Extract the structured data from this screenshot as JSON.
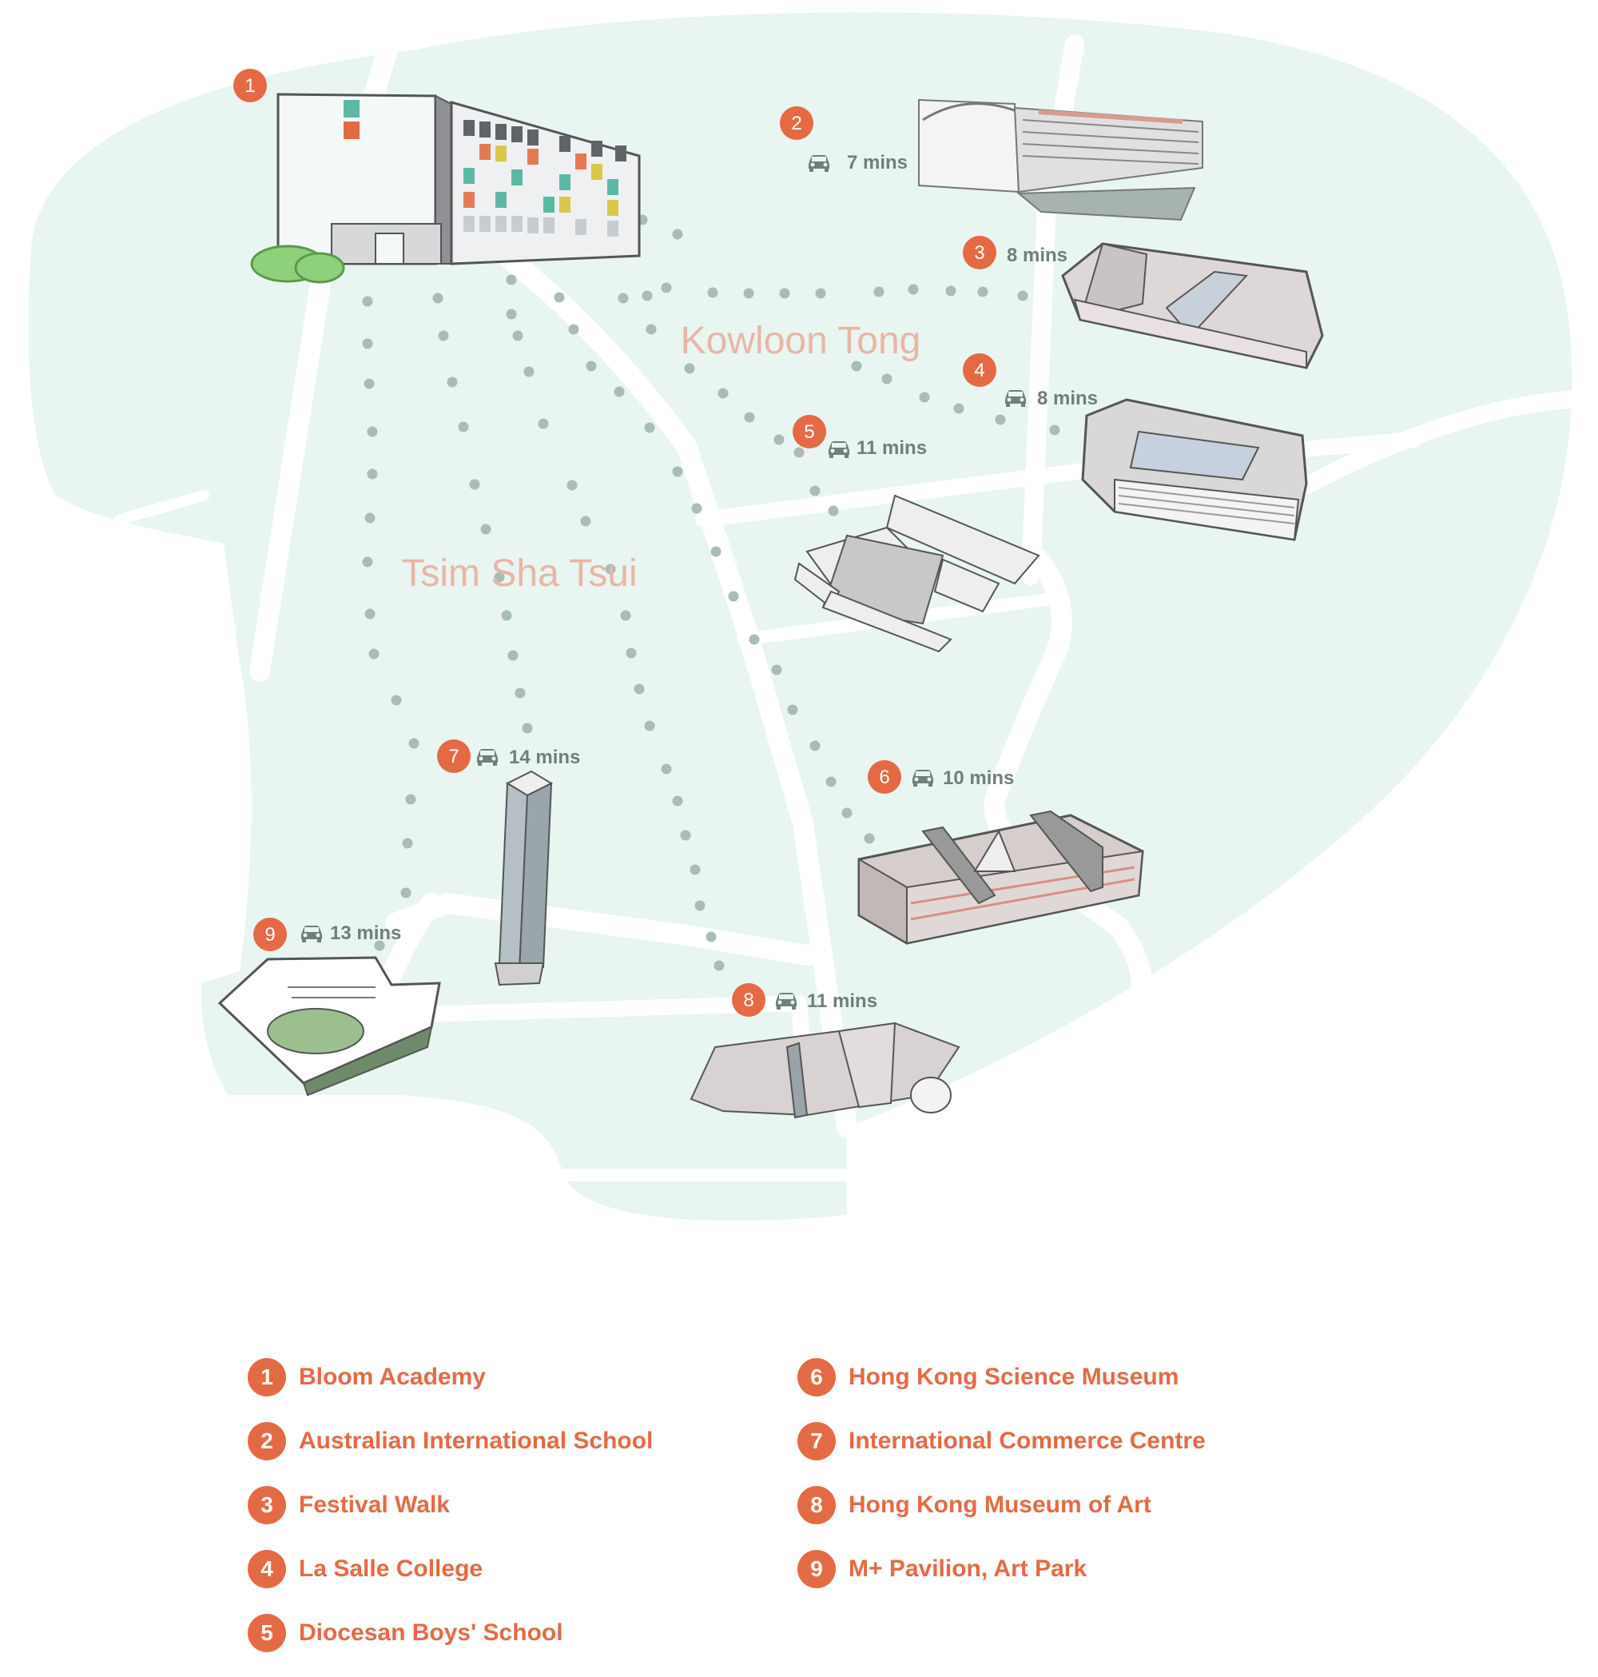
{
  "map": {
    "districts": [
      "Kowloon Tong",
      "Tsim Sha Tsui"
    ],
    "markers": [
      {
        "number": "1",
        "time": ""
      },
      {
        "number": "2",
        "time": "7 mins"
      },
      {
        "number": "3",
        "time": "8 mins"
      },
      {
        "number": "4",
        "time": "8 mins"
      },
      {
        "number": "5",
        "time": "11 mins"
      },
      {
        "number": "6",
        "time": "10 mins"
      },
      {
        "number": "7",
        "time": "14 mins"
      },
      {
        "number": "8",
        "time": "11 mins"
      },
      {
        "number": "9",
        "time": "13 mins"
      }
    ]
  },
  "legend": [
    {
      "number": "1",
      "name": "Bloom Academy"
    },
    {
      "number": "2",
      "name": "Australian International School"
    },
    {
      "number": "3",
      "name": "Festival Walk"
    },
    {
      "number": "4",
      "name": "La Salle College"
    },
    {
      "number": "5",
      "name": "Diocesan Boys' School"
    },
    {
      "number": "6",
      "name": "Hong Kong Science Museum"
    },
    {
      "number": "7",
      "name": "International Commerce Centre"
    },
    {
      "number": "8",
      "name": "Hong Kong Museum of Art"
    },
    {
      "number": "9",
      "name": "M+ Pavilion, Art Park"
    }
  ],
  "colors": {
    "accent": "#e46a45",
    "land": "#e8f5f1",
    "road": "#ffffff",
    "route_dots": "#a9bcb8",
    "time_text": "#6f7f7b",
    "district_text": "#e8b6a6"
  }
}
